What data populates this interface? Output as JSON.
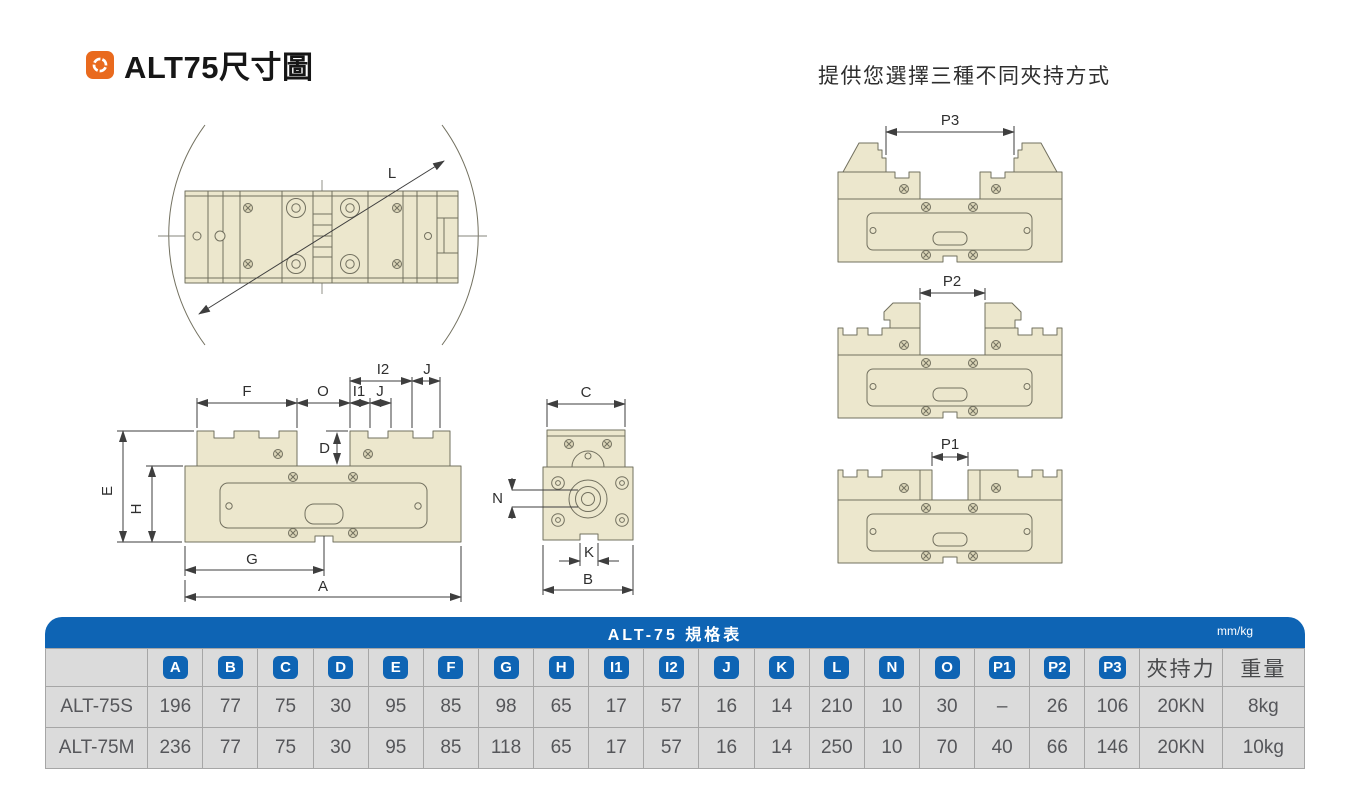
{
  "page": {
    "title": "ALT75尺寸圖",
    "subtitle": "提供您選擇三種不同夾持方式"
  },
  "colors": {
    "accent_orange": "#E96A1E",
    "table_blue": "#0E64B4",
    "drawing_fill": "#ECE7CD",
    "drawing_stroke": "#72705F",
    "dim_color": "#3E3E3E",
    "cell_bg": "#DBDBDB",
    "cell_border": "#A6A6A6",
    "cell_text": "#55565A"
  },
  "labels": {
    "L": "L",
    "A": "A",
    "B": "B",
    "C": "C",
    "D": "D",
    "E": "E",
    "F": "F",
    "G": "G",
    "H": "H",
    "I1": "I1",
    "I2": "I2",
    "J": "J",
    "K": "K",
    "N": "N",
    "O": "O",
    "P1": "P1",
    "P2": "P2",
    "P3": "P3"
  },
  "table": {
    "title": "ALT-75 規格表",
    "unit": "mm/kg",
    "dim_columns": [
      "A",
      "B",
      "C",
      "D",
      "E",
      "F",
      "G",
      "H",
      "I1",
      "I2",
      "J",
      "K",
      "L",
      "N",
      "O",
      "P1",
      "P2",
      "P3"
    ],
    "text_columns": [
      "夾持力",
      "重量"
    ],
    "rows": [
      {
        "model": "ALT-75S",
        "values": [
          "196",
          "77",
          "75",
          "30",
          "95",
          "85",
          "98",
          "65",
          "17",
          "57",
          "16",
          "14",
          "210",
          "10",
          "30",
          "–",
          "26",
          "106",
          "20KN",
          "8kg"
        ]
      },
      {
        "model": "ALT-75M",
        "values": [
          "236",
          "77",
          "75",
          "30",
          "95",
          "85",
          "118",
          "65",
          "17",
          "57",
          "16",
          "14",
          "250",
          "10",
          "70",
          "40",
          "66",
          "146",
          "20KN",
          "10kg"
        ]
      }
    ]
  }
}
